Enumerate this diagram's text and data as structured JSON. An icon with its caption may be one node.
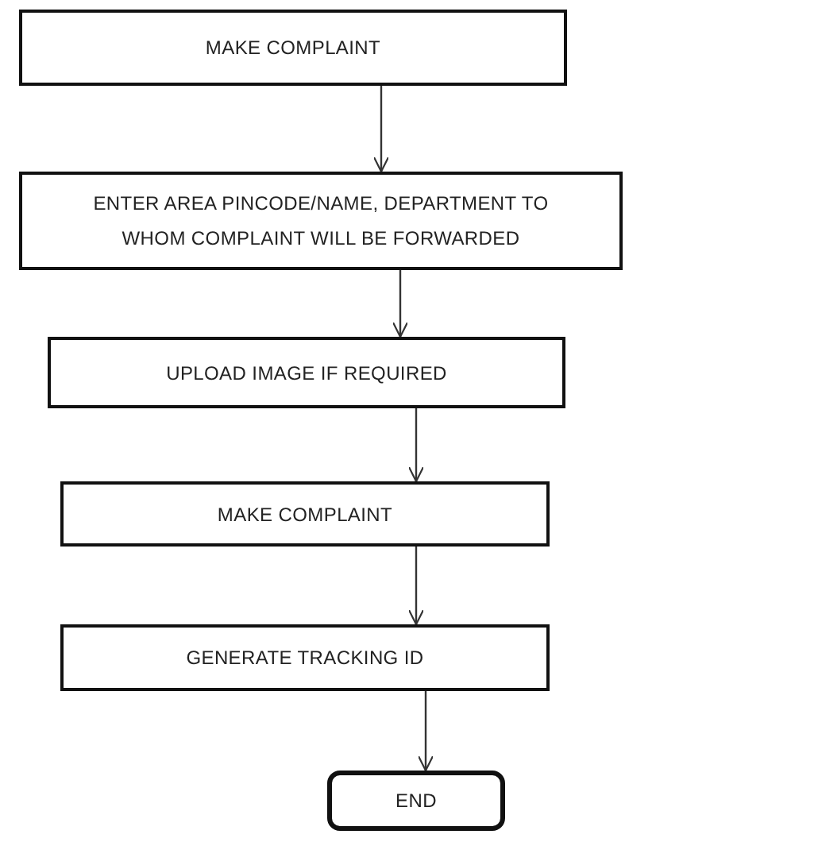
{
  "diagram": {
    "nodes": [
      {
        "text": [
          "MAKE COMPLAINT"
        ]
      },
      {
        "text": [
          "ENTER AREA PINCODE/NAME, DEPARTMENT TO WHOM COMPLAINT WILL BE FORWARDED"
        ]
      },
      {
        "text": [
          "UPLOAD IMAGE IF REQUIRED"
        ]
      },
      {
        "text": [
          "MAKE COMPLAINT"
        ]
      },
      {
        "text": [
          "GENERATE TRACKING ID"
        ]
      },
      {
        "text": [
          "END"
        ]
      }
    ],
    "edges": [
      {
        "from": 0,
        "to": 1,
        "arrow": "to"
      },
      {
        "from": 1,
        "to": 2,
        "arrow": "to"
      },
      {
        "from": 2,
        "to": 3,
        "arrow": "to"
      },
      {
        "from": 3,
        "to": 4,
        "arrow": "to"
      },
      {
        "from": 4,
        "to": 5,
        "arrow": "to"
      }
    ]
  }
}
